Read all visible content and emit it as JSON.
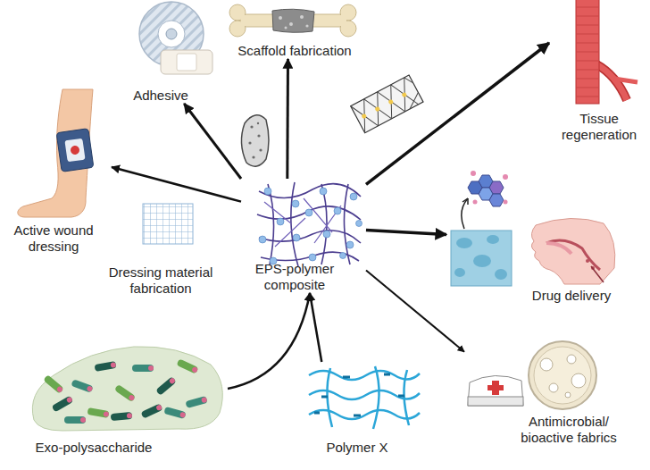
{
  "diagram": {
    "nodes": [
      {
        "text": [
          "Adhesive"
        ]
      },
      {
        "text": [
          "Scaffold fabrication"
        ]
      },
      {
        "text": [
          "Tissue regeneration"
        ]
      },
      {
        "text": [
          "Active wound dressing"
        ]
      },
      {
        "text": [
          "Dressing material fabrication"
        ]
      },
      {
        "text": [
          "EPS-polymer composite"
        ]
      },
      {
        "text": [
          "Drug delivery"
        ]
      },
      {
        "text": [
          "Antimicrobial/ bioactive fabrics"
        ]
      },
      {
        "text": [
          "Exo-polysaccharide"
        ]
      },
      {
        "text": [
          "Polymer X"
        ]
      }
    ],
    "edges": [
      {
        "from": 8,
        "to": 5,
        "arrow": "to"
      },
      {
        "from": 9,
        "to": 5,
        "arrow": "to"
      },
      {
        "from": 5,
        "to": 3,
        "arrow": "to"
      },
      {
        "from": 5,
        "to": 0,
        "arrow": "to"
      },
      {
        "from": 5,
        "to": 1,
        "arrow": "to"
      },
      {
        "from": 5,
        "to": 2,
        "arrow": "to"
      },
      {
        "from": 5,
        "to": 6,
        "arrow": "to"
      },
      {
        "from": 5,
        "to": 7,
        "arrow": "to"
      }
    ]
  }
}
